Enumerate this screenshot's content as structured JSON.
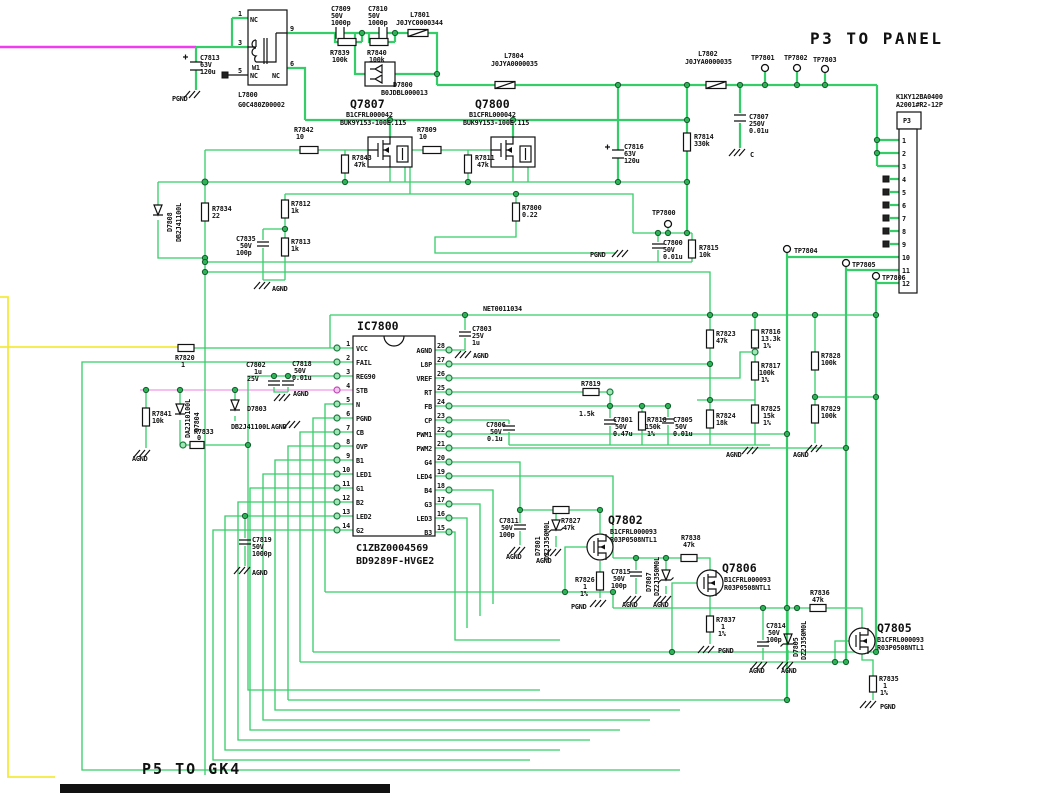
{
  "titles": {
    "p3_panel": "P3 TO PANEL",
    "p5_gk4": "P5 TO GK4"
  },
  "net": {
    "name": "NET0011034"
  },
  "g": {
    "pgnd": "PGND",
    "agnd": "AGND",
    "c": "C"
  },
  "tp": {
    "tp7800": "TP7800",
    "tp7801": "TP7801",
    "tp7802": "TP7802",
    "tp7803": "TP7803",
    "tp7804": "TP7804",
    "tp7805": "TP7805",
    "tp7806": "TP7806"
  },
  "xfmr": {
    "p1": "1",
    "p3": "3",
    "p5": "5",
    "p6": "6",
    "p9": "9",
    "nc": "NC",
    "w1": "W1"
  },
  "p3": {
    "ref": "P3",
    "part1": "K1KY12BA0400",
    "part2": "A2001#R2-12P",
    "pins": [
      "1",
      "2",
      "3",
      "4",
      "5",
      "6",
      "7",
      "8",
      "9",
      "10",
      "11",
      "12"
    ]
  },
  "ic": {
    "ref": "IC7800",
    "part1": "C1ZBZ0004569",
    "part2": "BD9289F-HVGE2",
    "left": [
      [
        "1",
        "VCC"
      ],
      [
        "2",
        "FAIL"
      ],
      [
        "3",
        "REG90"
      ],
      [
        "4",
        "STB"
      ],
      [
        "5",
        "N"
      ],
      [
        "6",
        "PGND"
      ],
      [
        "7",
        "CB"
      ],
      [
        "8",
        "OVP"
      ],
      [
        "9",
        "B1"
      ],
      [
        "10",
        "LED1"
      ],
      [
        "11",
        "G1"
      ],
      [
        "12",
        "B2"
      ],
      [
        "13",
        "LED2"
      ],
      [
        "14",
        "G2"
      ]
    ],
    "right": [
      [
        "28",
        "AGND"
      ],
      [
        "27",
        "L8P"
      ],
      [
        "26",
        "VREF"
      ],
      [
        "25",
        "RT"
      ],
      [
        "24",
        "FB"
      ],
      [
        "23",
        "CP"
      ],
      [
        "22",
        "PWM1"
      ],
      [
        "21",
        "PWM2"
      ],
      [
        "20",
        "G4"
      ],
      [
        "19",
        "LED4"
      ],
      [
        "18",
        "B4"
      ],
      [
        "17",
        "G3"
      ],
      [
        "16",
        "LED3"
      ],
      [
        "15",
        "B3"
      ]
    ]
  },
  "c": {
    "L7800": [
      "L7800",
      "G0C480Z00002"
    ],
    "C7813": [
      "C7813",
      "63V",
      "120u"
    ],
    "C7809": [
      "C7809",
      "50V",
      "1000p"
    ],
    "C7810": [
      "C7810",
      "50V",
      "1000p"
    ],
    "R7839": [
      "R7839",
      "100k"
    ],
    "R7840": [
      "R7840",
      "100k"
    ],
    "L7801": [
      "L7801",
      "J0JYC0000344"
    ],
    "D7800": [
      "D7800",
      "B0JDBL000013"
    ],
    "Q7807": [
      "Q7807",
      "B1CFRL000042",
      "BUK9Y153-100E.115"
    ],
    "R7842": [
      "R7842",
      "10"
    ],
    "R7843": [
      "R7843",
      "47k"
    ],
    "Q7800": [
      "Q7800",
      "B1CFRL000042",
      "BUK9Y153-100E.115"
    ],
    "R7809": [
      "R7809",
      "10"
    ],
    "R7811": [
      "R7811",
      "47k"
    ],
    "L7804": [
      "L7804",
      "J0JYA0000035"
    ],
    "L7802": [
      "L7802",
      "J0JYA0000035"
    ],
    "C7807": [
      "C7807",
      "250V",
      "0.01u"
    ],
    "R7814": [
      "R7814",
      "330k"
    ],
    "C7816": [
      "C7816",
      "63V",
      "120u"
    ],
    "D7808": [
      "D7808",
      "DB2J41100L"
    ],
    "R7834": [
      "R7834",
      "22"
    ],
    "R7812": [
      "R7812",
      "1k"
    ],
    "C7835": [
      "C7835",
      "50V",
      "100p"
    ],
    "R7813": [
      "R7813",
      "1k"
    ],
    "R7800": [
      "R7800",
      "0.22"
    ],
    "C7800": [
      "C7800",
      "50V",
      "0.01u"
    ],
    "R7815": [
      "R7815",
      "10k"
    ],
    "C7803": [
      "C7803",
      "25V",
      "1u"
    ],
    "R7820": [
      "R7820",
      "1"
    ],
    "C7802": [
      "C7802",
      "1u",
      "25V"
    ],
    "C7818": [
      "C7818",
      "50V",
      "0.01u"
    ],
    "R7841": [
      "R7841",
      "10k"
    ],
    "D7804": [
      "D7804",
      "DA2J10100L"
    ],
    "R7833": [
      "R7833",
      "0"
    ],
    "D7803": [
      "D7803",
      "DB2J41100L"
    ],
    "R7823": [
      "R7823",
      "47k"
    ],
    "R7816": [
      "R7816",
      "13.3k",
      "1%"
    ],
    "R7817": [
      "R7817",
      "100k",
      "1%"
    ],
    "R7824": [
      "R7824",
      "18k"
    ],
    "R7825": [
      "R7825",
      "15k",
      "1%"
    ],
    "R7828": [
      "R7828",
      "100k"
    ],
    "R7829": [
      "R7829",
      "100k"
    ],
    "R7819": [
      "R7819",
      "1.5k"
    ],
    "C7801": [
      "C7801",
      "50V",
      "0.47u"
    ],
    "R7818": [
      "R7818",
      "150k",
      "1%"
    ],
    "C7805": [
      "C7805",
      "50V",
      "0.01u"
    ],
    "C7806": [
      "C7806",
      "50V",
      "0.1u"
    ],
    "C7819": [
      "C7819",
      "50V",
      "1000p"
    ],
    "C7811": [
      "C7811",
      "50V",
      "100p"
    ],
    "D7801": [
      "D7801",
      "DZ2J350M0L"
    ],
    "R7827": [
      "R7827",
      "47k"
    ],
    "Q7802": [
      "Q7802",
      "B1CFRL000093",
      "R03P0508NTL1"
    ],
    "R7826": [
      "R7826",
      "1",
      "1%"
    ],
    "C7815": [
      "C7815",
      "50V",
      "100p"
    ],
    "D7807": [
      "D7807",
      "DZ2J350M0L"
    ],
    "R7838": [
      "R7838",
      "47k"
    ],
    "Q7806": [
      "Q7806",
      "B1CFRL000093",
      "R03P0508NTL1"
    ],
    "R7837": [
      "R7837",
      "1",
      "1%"
    ],
    "C7814": [
      "C7814",
      "50V",
      "100p"
    ],
    "D7805": [
      "D7805",
      "DZ2J350M0L"
    ],
    "R7836": [
      "R7836",
      "47k"
    ],
    "Q7805": [
      "Q7805",
      "B1CFRL000093",
      "R03P0508NTL1"
    ],
    "R7835": [
      "R7835",
      "1",
      "1%"
    ]
  }
}
